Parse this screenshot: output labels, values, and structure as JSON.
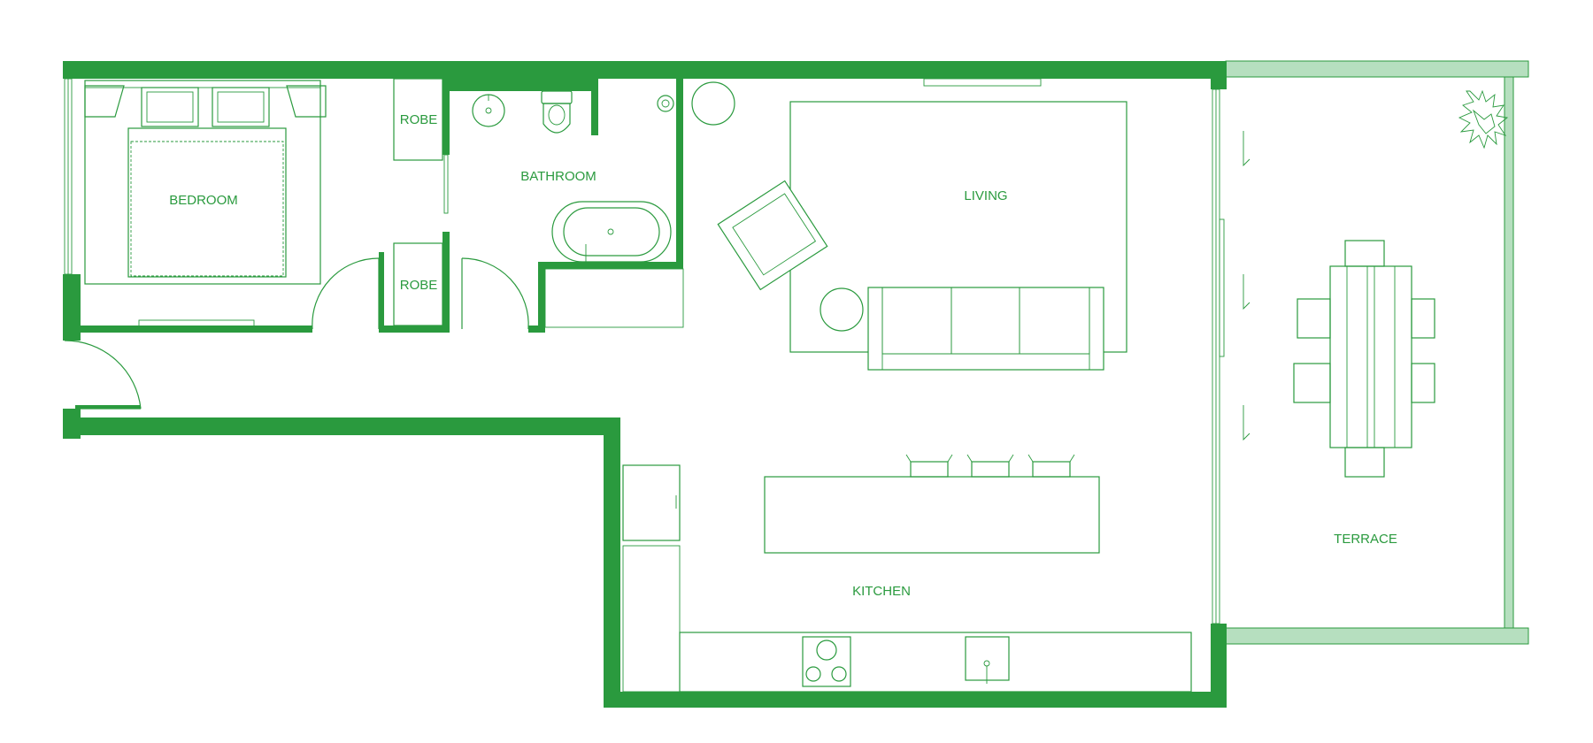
{
  "rooms": {
    "bedroom": "BEDROOM",
    "robe_top": "ROBE",
    "robe_bottom": "ROBE",
    "bathroom": "BATHROOM",
    "living": "LIVING",
    "kitchen": "KITCHEN",
    "terrace": "TERRACE"
  },
  "colors": {
    "wall": "#2a9a3e",
    "terrace_wall": "#b6dfbf",
    "background": "#ffffff"
  }
}
